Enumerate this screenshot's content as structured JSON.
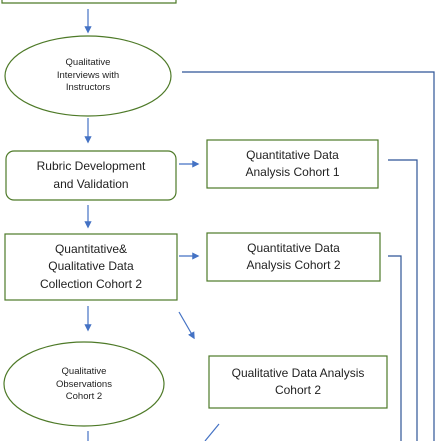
{
  "colors": {
    "box_border": "#4e7a28",
    "arrow": "#4472c4",
    "line": "#2e5597",
    "text": "#1f1f1f"
  },
  "nodes": {
    "interviews": "Qualitative\nInterviews with\nInstructors",
    "rubric": "Rubric Development\nand Validation",
    "collection2": "Quantitative&\nQualitative Data\nCollection Cohort 2",
    "observations": "Qualitative\nObservations\nCohort 2",
    "quant1": "Quantitative Data\nAnalysis Cohort 1",
    "quant2": "Quantitative Data\nAnalysis Cohort 2",
    "qual2": "Qualitative Data Analysis\nCohort 2"
  }
}
